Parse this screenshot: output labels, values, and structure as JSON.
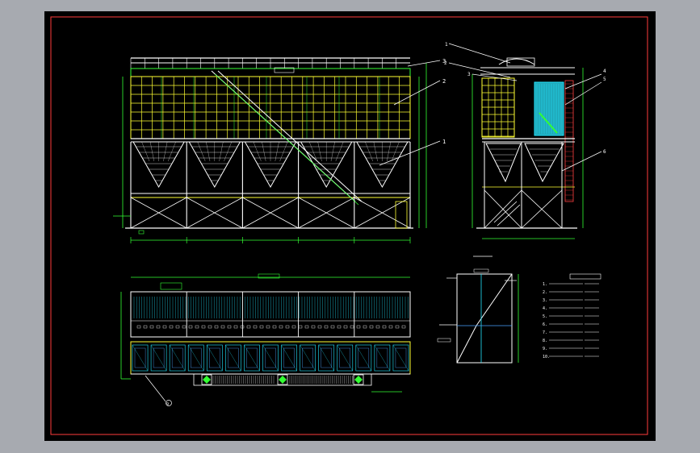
{
  "drawing": {
    "background": "#000000",
    "outer_background": "#a7aab0",
    "border_color": "#ff3b3b",
    "line_colors": {
      "white": "#ffffff",
      "yellow": "#ffff33",
      "green": "#33ff33",
      "cyan": "#22e6ff",
      "blue": "#4da3ff",
      "red": "#ff4040"
    }
  },
  "callouts_front": [
    "1",
    "2",
    "3"
  ],
  "callouts_side": [
    "1",
    "2",
    "3",
    "4",
    "5",
    "6"
  ],
  "callouts_plan": [
    "9"
  ],
  "spec_table": {
    "items": [
      "1",
      "2",
      "3",
      "4",
      "5",
      "6",
      "7",
      "8",
      "9",
      "10"
    ],
    "notes": [
      "",
      "",
      "",
      "",
      "",
      "",
      "",
      "",
      "",
      ""
    ]
  },
  "icons": [
    "green-diamond-icon",
    "callout-bubble-icon"
  ]
}
